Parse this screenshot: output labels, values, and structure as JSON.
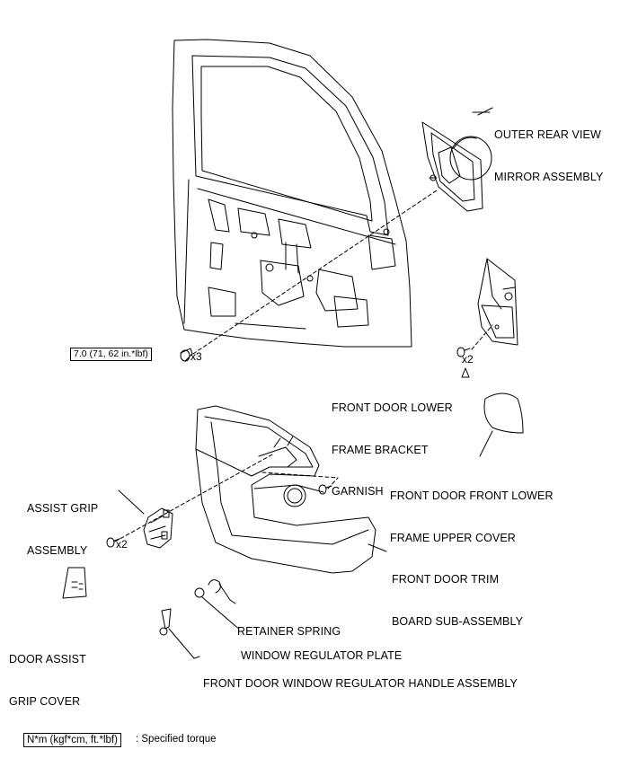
{
  "labels": {
    "mirror": [
      "OUTER REAR VIEW",
      "MIRROR ASSEMBLY"
    ],
    "bracket_garnish": [
      "FRONT DOOR LOWER",
      "FRAME BRACKET",
      "GARNISH"
    ],
    "upper_cover": [
      "FRONT DOOR FRONT LOWER",
      "FRAME UPPER COVER"
    ],
    "assist_grip": [
      "ASSIST GRIP",
      "ASSEMBLY"
    ],
    "trim_board": [
      "FRONT DOOR TRIM",
      "BOARD SUB-ASSEMBLY"
    ],
    "retainer_spring": "RETAINER SPRING",
    "regulator_plate": "WINDOW REGULATOR PLATE",
    "door_assist_cover": [
      "DOOR ASSIST",
      "GRIP COVER"
    ],
    "regulator_handle": "FRONT DOOR WINDOW REGULATOR HANDLE ASSEMBLY"
  },
  "torque_spec": "7.0 (71, 62 in.*lbf)",
  "quantities": {
    "door_bolt": "x3",
    "garnish_screw": "x2",
    "grip_screw": "x2"
  },
  "legend": {
    "unit_box": "N*m (kgf*cm, ft.*lbf)",
    "text": ": Specified torque"
  }
}
